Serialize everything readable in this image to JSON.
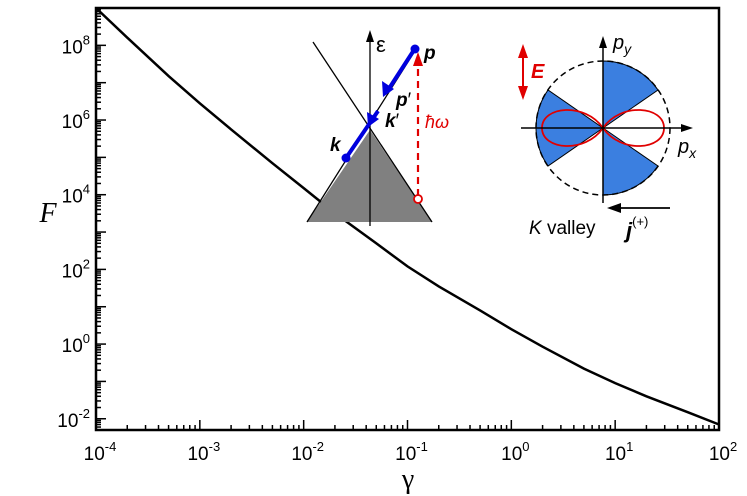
{
  "chart_data": {
    "type": "line",
    "xlabel": "γ",
    "ylabel": "F",
    "x_scale": "log",
    "y_scale": "log",
    "xlim": [
      0.0001,
      100
    ],
    "ylim": [
      0.005,
      1000000000
    ],
    "x_ticks": [
      {
        "value": 0.0001,
        "base": "10",
        "exp": "-4"
      },
      {
        "value": 0.001,
        "base": "10",
        "exp": "-3"
      },
      {
        "value": 0.01,
        "base": "10",
        "exp": "-2"
      },
      {
        "value": 0.1,
        "base": "10",
        "exp": "-1"
      },
      {
        "value": 1,
        "base": "10",
        "exp": "0"
      },
      {
        "value": 10,
        "base": "10",
        "exp": "1"
      },
      {
        "value": 100,
        "base": "10",
        "exp": "2"
      }
    ],
    "y_ticks": [
      {
        "value": 0.01,
        "base": "10",
        "exp": "-2"
      },
      {
        "value": 1,
        "base": "10",
        "exp": "0"
      },
      {
        "value": 100,
        "base": "10",
        "exp": "2"
      },
      {
        "value": 10000,
        "base": "10",
        "exp": "4"
      },
      {
        "value": 1000000,
        "base": "10",
        "exp": "6"
      },
      {
        "value": 100000000,
        "base": "10",
        "exp": "8"
      }
    ],
    "series": [
      {
        "x": [
          0.0001,
          0.0002,
          0.0005,
          0.001,
          0.002,
          0.005,
          0.01,
          0.02,
          0.05,
          0.1,
          0.2,
          0.5,
          1,
          2,
          5,
          10,
          20,
          50,
          100
        ],
        "y": [
          1000000000,
          160000000,
          15000000,
          2800000,
          560000,
          70000,
          15000,
          3200,
          500,
          120,
          35,
          8,
          2.5,
          0.85,
          0.22,
          0.09,
          0.04,
          0.015,
          0.007
        ]
      }
    ],
    "grid": false,
    "legend": "none"
  },
  "inset_cone": {
    "energy_label": "ε",
    "p_label": "p",
    "p_prime_label": "p",
    "k_label": "k",
    "k_prime_label": "k",
    "prime_mark": "′",
    "photon_label": "ħω",
    "line_color": "#0000dd",
    "photon_color": "#e00000",
    "fill_color": "#808080"
  },
  "inset_valley": {
    "py_label": "p",
    "py_sub": "y",
    "px_label": "p",
    "px_sub": "x",
    "field_label": "E",
    "current_label": "j",
    "current_sup": "(+)",
    "valley_K": "K",
    "valley_word": " valley",
    "sector_color": "#3b7fe0",
    "lobe_color": "#e00000",
    "field_color": "#e00000"
  }
}
